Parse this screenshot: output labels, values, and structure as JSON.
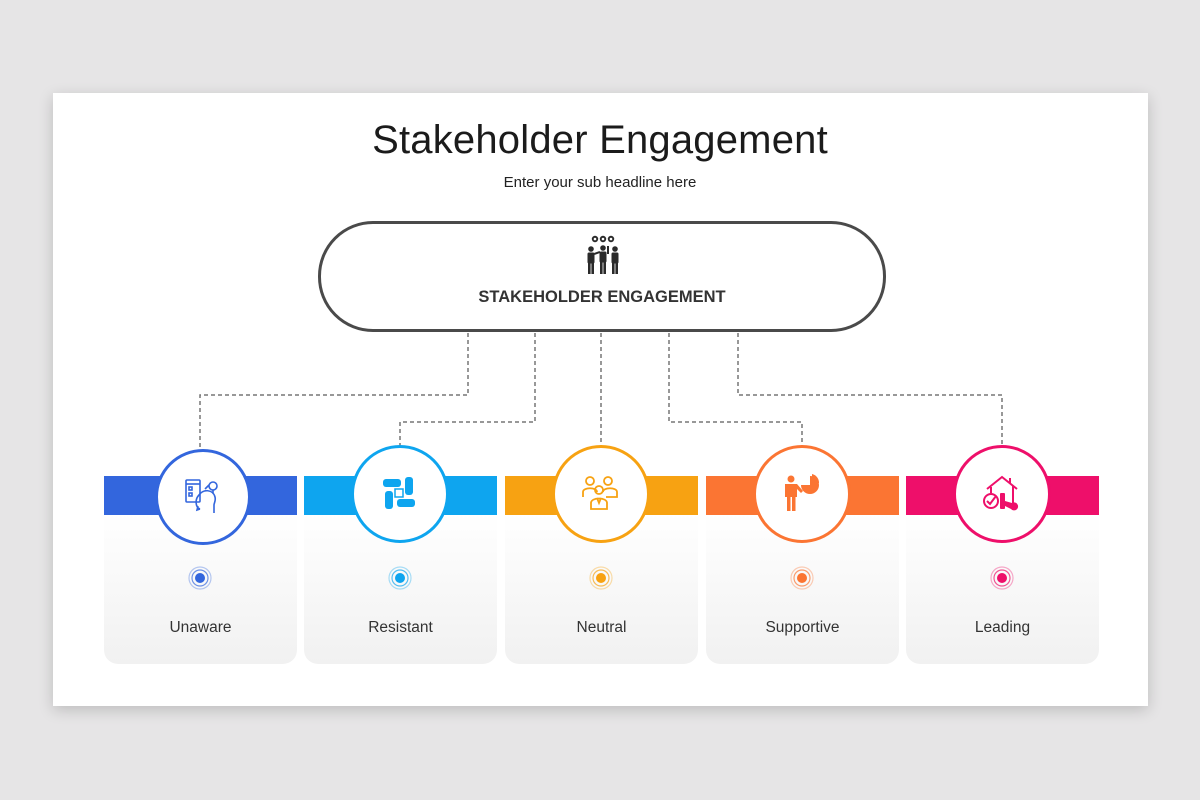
{
  "slide": {
    "title": "Stakeholder Engagement",
    "subtitle": "Enter your sub headline here"
  },
  "hub": {
    "label": "STAKEHOLDER ENGAGEMENT",
    "icon": "team-gears-icon",
    "border_color": "#4a4a4a"
  },
  "stages": [
    {
      "label": "Unaware",
      "icon": "head-ideas-icon",
      "color": "#3366dd"
    },
    {
      "label": "Resistant",
      "icon": "hands-together-icon",
      "color": "#0ea5ef"
    },
    {
      "label": "Neutral",
      "icon": "people-group-icon",
      "color": "#f7a212"
    },
    {
      "label": "Supportive",
      "icon": "presenter-pie-chart-icon",
      "color": "#fb7533"
    },
    {
      "label": "Leading",
      "icon": "house-check-icon",
      "color": "#ee0f6a"
    }
  ],
  "connector_color": "#777777",
  "background_color": "#e6e5e6"
}
